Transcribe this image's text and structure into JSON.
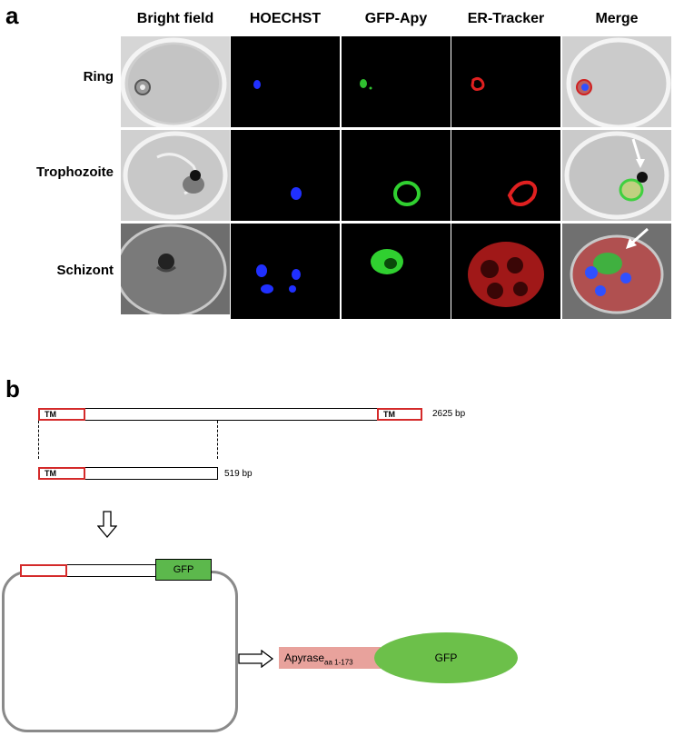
{
  "panel_a": {
    "letter": "a",
    "columns": [
      "Bright field",
      "HOECHST",
      "GFP-Apy",
      "ER-Tracker",
      "Merge"
    ],
    "rows": [
      "Ring",
      "Trophozoite",
      "Schizont"
    ]
  },
  "panel_b": {
    "letter": "b",
    "full_construct": {
      "tm_left": "TM",
      "tm_right": "TM",
      "size": "2625 bp"
    },
    "fragment": {
      "tm": "TM",
      "size": "519 bp"
    },
    "plasmid_gfp": "GFP",
    "fusion": {
      "apyrase": "Apyrase",
      "apyrase_subscript": "aa 1-173",
      "gfp": "GFP"
    }
  },
  "colors": {
    "tm_border": "#d42a2a",
    "gfp_green": "#5cb84c",
    "apyrase_pink": "#e8a29c",
    "plasmid_gray": "#8a8a8a"
  }
}
